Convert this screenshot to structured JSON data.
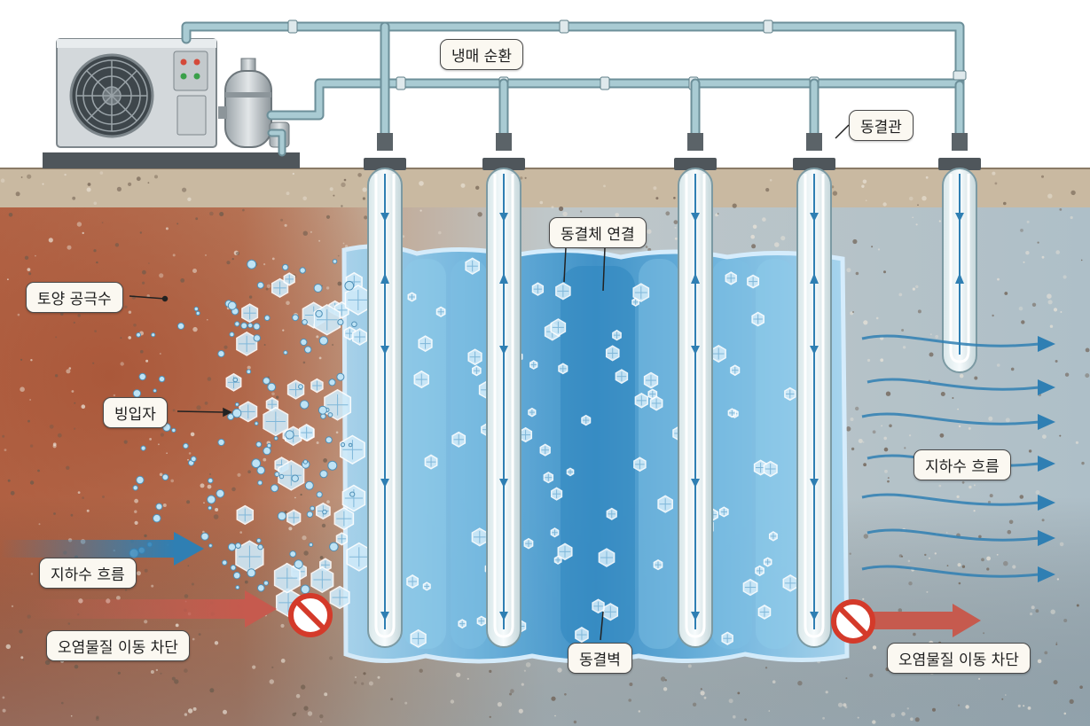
{
  "labels": {
    "refrigerant": "냉매 순환",
    "freeze_pipe": "동결관",
    "frozen_connect": "동결체 연결",
    "soil_pore_water": "토양 공극수",
    "ice_particle": "빙입자",
    "groundwater_left": "지하수 흐름",
    "contaminant_left": "오염물질 이동 차단",
    "frozen_wall": "동결벽",
    "groundwater_right": "지하수 흐름",
    "contaminant_right": "오염물질 이동 차단"
  },
  "colors": {
    "sky": "#ffffff",
    "ground_surface": "#c8b79f",
    "contaminated_soil": "#b86a4a",
    "frozen_wall": "#5aa6d6",
    "frozen_wall_core": "#3a8fc6",
    "pipe": "#9cc3cc",
    "groundwater_arrow": "#2f7fb3",
    "contaminant_arrow": "#c65a4e",
    "block_symbol": "#d43a2a"
  },
  "icons": [
    "refrigeration-unit-icon",
    "pump-tank-icon",
    "fan-icon",
    "ice-crystal-icon",
    "flow-arrow-icon",
    "no-entry-icon"
  ]
}
